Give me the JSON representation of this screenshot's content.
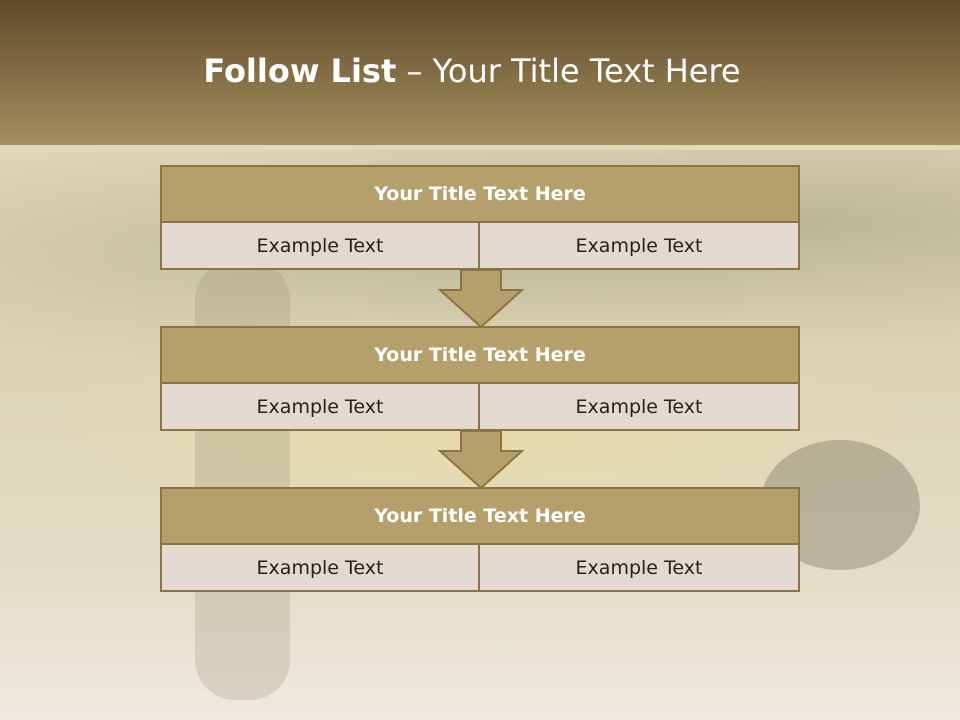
{
  "title": {
    "bold": "Follow List",
    "rest": " – Your Title Text Here"
  },
  "blocks": [
    {
      "title": "Your Title Text Here",
      "left": "Example Text",
      "right": "Example Text"
    },
    {
      "title": "Your Title Text Here",
      "left": "Example Text",
      "right": "Example Text"
    },
    {
      "title": "Your Title Text Here",
      "left": "Example Text",
      "right": "Example Text"
    }
  ],
  "colors": {
    "header": "#7b6640",
    "block_title": "#b5a06c",
    "cell": "#e2dad0",
    "border": "#8a7446"
  }
}
